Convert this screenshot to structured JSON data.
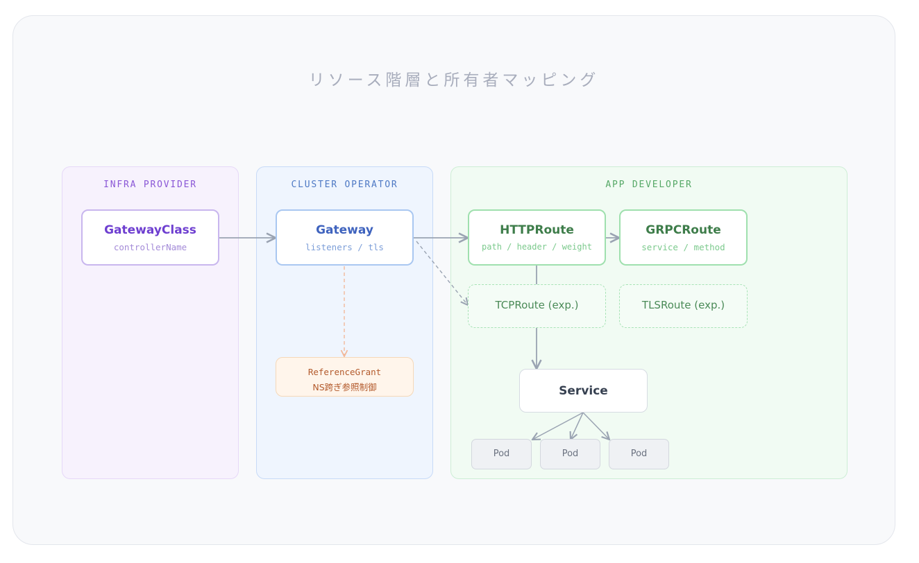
{
  "title": "リソース階層と所有者マッピング",
  "panels": {
    "infra": "INFRA PROVIDER",
    "cluster": "CLUSTER OPERATOR",
    "app": "APP DEVELOPER"
  },
  "nodes": {
    "gatewayclass": {
      "title": "GatewayClass",
      "sub": "controllerName"
    },
    "gateway": {
      "title": "Gateway",
      "sub": "listeners / tls"
    },
    "httproute": {
      "title": "HTTPRoute",
      "sub": "path / header / weight"
    },
    "grpcroute": {
      "title": "GRPCRoute",
      "sub": "service / method"
    },
    "tcproute": {
      "title": "TCPRoute (exp.)"
    },
    "tlsroute": {
      "title": "TLSRoute (exp.)"
    },
    "referencegrant": {
      "title": "ReferenceGrant",
      "sub": "NS跨ぎ参照制御"
    },
    "service": {
      "title": "Service"
    }
  },
  "pods": [
    "Pod",
    "Pod",
    "Pod"
  ],
  "colors": {
    "edge": "#9aa3b2",
    "reference_edge": "#f2b99a",
    "infra": "#8a57d6",
    "cluster": "#4e79c4",
    "app": "#55a866"
  }
}
